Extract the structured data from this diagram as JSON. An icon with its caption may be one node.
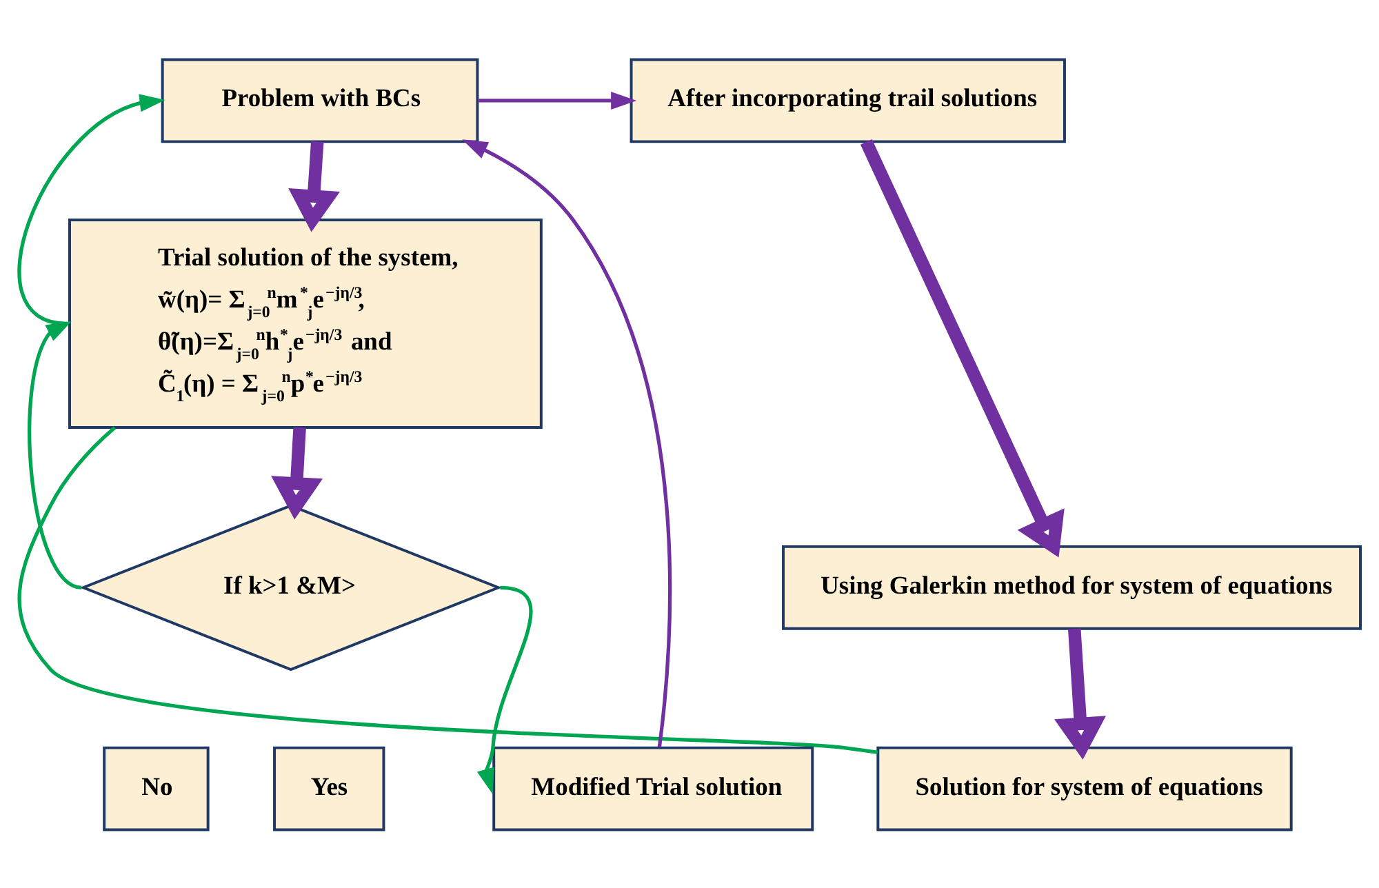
{
  "diagram": {
    "nodes": [
      {
        "text": [
          "Problem with BCs"
        ]
      },
      {
        "text": [
          "After incorporating trail solutions"
        ]
      },
      {
        "text": [
          "Using Galerkin method for system of equations"
        ]
      },
      {
        "text": [
          "Solution for system of equations"
        ]
      },
      {
        "text": [
          "Trial solution of the system,",
          "w̃(η)= Σ$_{j=0}$$^{n}$m$^{*}$$_{j}$e$^{−jη/3}$,",
          "θ̃(η)=Σ$_{j=0}$$^{n}$h$^{*}$$_{j}$e$^{−jη/3}$ and",
          "C̃$_{1}$(η) = Σ$_{j=0}$$^{n}$p$^{*}$e$^{−jη/3}$"
        ]
      },
      {
        "text": [
          "If k>1 &M>"
        ]
      },
      {
        "text": [
          "No"
        ]
      },
      {
        "text": [
          "Yes"
        ]
      },
      {
        "text": [
          "Modified Trial solution"
        ]
      }
    ],
    "edges": [
      {
        "from": 0,
        "to": 1,
        "arrow": "to",
        "color": "#7030a0"
      },
      {
        "from": 0,
        "to": 4,
        "arrow": "to",
        "style": "thick",
        "color": "#7030a0"
      },
      {
        "from": 1,
        "to": 2,
        "arrow": "to",
        "style": "thick",
        "color": "#7030a0"
      },
      {
        "from": 2,
        "to": 3,
        "arrow": "to",
        "style": "thick",
        "color": "#7030a0"
      },
      {
        "from": 4,
        "to": 5,
        "arrow": "to",
        "style": "thick",
        "color": "#7030a0"
      },
      {
        "from": 4,
        "to": 0,
        "arrow": "to",
        "color": "#00a651"
      },
      {
        "from": 5,
        "to": 4,
        "arrow": "to",
        "color": "#00a651"
      },
      {
        "from": 5,
        "to": 8,
        "arrow": "to",
        "color": "#00a651"
      },
      {
        "from": 8,
        "to": 0,
        "arrow": "to",
        "color": "#7030a0"
      },
      {
        "from": 4,
        "to": 3,
        "arrow": "none",
        "color": "#00a651"
      }
    ]
  }
}
